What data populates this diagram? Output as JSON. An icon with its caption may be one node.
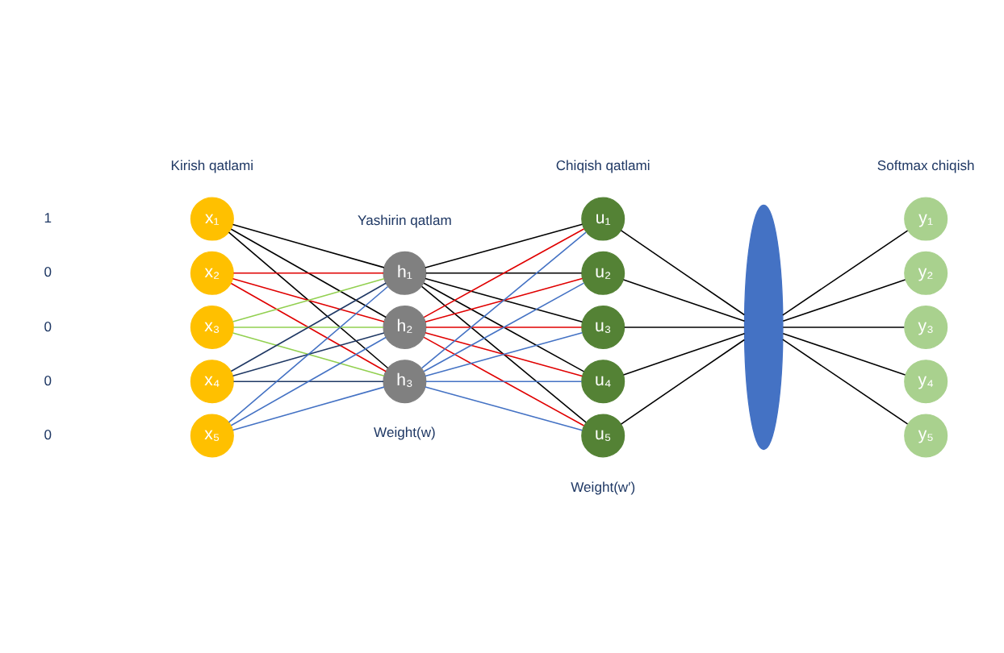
{
  "diagram": {
    "nodes": [
      {
        "text": [
          "x₁"
        ]
      },
      {
        "text": [
          "x₂"
        ]
      },
      {
        "text": [
          "x₃"
        ]
      },
      {
        "text": [
          "x₄"
        ]
      },
      {
        "text": [
          "x₅"
        ]
      },
      {
        "text": [
          "h₁"
        ]
      },
      {
        "text": [
          "h₂"
        ]
      },
      {
        "text": [
          "h₃"
        ]
      },
      {
        "text": [
          "u₁"
        ]
      },
      {
        "text": [
          "u₂"
        ]
      },
      {
        "text": [
          "u₃"
        ]
      },
      {
        "text": [
          "u₄"
        ]
      },
      {
        "text": [
          "u₅"
        ]
      },
      {
        "text": [],
        "shape": "ellipse"
      },
      {
        "text": [
          "y₁"
        ]
      },
      {
        "text": [
          "y₂"
        ]
      },
      {
        "text": [
          "y₃"
        ]
      },
      {
        "text": [
          "y₄"
        ]
      },
      {
        "text": [
          "y₅"
        ]
      }
    ],
    "edges": [
      {
        "from": 0,
        "to": 5,
        "arrow": "none"
      },
      {
        "from": 0,
        "to": 6,
        "arrow": "none"
      },
      {
        "from": 0,
        "to": 7,
        "arrow": "none"
      },
      {
        "from": 1,
        "to": 5,
        "arrow": "none",
        "color": "#e00000"
      },
      {
        "from": 1,
        "to": 6,
        "arrow": "none",
        "color": "#e00000"
      },
      {
        "from": 1,
        "to": 7,
        "arrow": "none",
        "color": "#e00000"
      },
      {
        "from": 2,
        "to": 5,
        "arrow": "none",
        "color": "#92d050"
      },
      {
        "from": 2,
        "to": 6,
        "arrow": "none",
        "color": "#92d050"
      },
      {
        "from": 2,
        "to": 7,
        "arrow": "none",
        "color": "#92d050"
      },
      {
        "from": 3,
        "to": 5,
        "arrow": "none",
        "color": "#1f3864"
      },
      {
        "from": 3,
        "to": 6,
        "arrow": "none",
        "color": "#1f3864"
      },
      {
        "from": 3,
        "to": 7,
        "arrow": "none",
        "color": "#1f3864"
      },
      {
        "from": 4,
        "to": 5,
        "arrow": "none",
        "color": "#4472c4"
      },
      {
        "from": 4,
        "to": 6,
        "arrow": "none",
        "color": "#4472c4"
      },
      {
        "from": 4,
        "to": 7,
        "arrow": "none",
        "color": "#4472c4"
      },
      {
        "from": 5,
        "to": 8,
        "arrow": "none"
      },
      {
        "from": 5,
        "to": 9,
        "arrow": "none"
      },
      {
        "from": 5,
        "to": 10,
        "arrow": "none"
      },
      {
        "from": 5,
        "to": 11,
        "arrow": "none"
      },
      {
        "from": 5,
        "to": 12,
        "arrow": "none"
      },
      {
        "from": 6,
        "to": 8,
        "arrow": "none",
        "color": "#e00000"
      },
      {
        "from": 6,
        "to": 9,
        "arrow": "none",
        "color": "#e00000"
      },
      {
        "from": 6,
        "to": 10,
        "arrow": "none",
        "color": "#e00000"
      },
      {
        "from": 6,
        "to": 11,
        "arrow": "none",
        "color": "#e00000"
      },
      {
        "from": 6,
        "to": 12,
        "arrow": "none",
        "color": "#e00000"
      },
      {
        "from": 7,
        "to": 8,
        "arrow": "none",
        "color": "#4472c4"
      },
      {
        "from": 7,
        "to": 9,
        "arrow": "none",
        "color": "#4472c4"
      },
      {
        "from": 7,
        "to": 10,
        "arrow": "none",
        "color": "#4472c4"
      },
      {
        "from": 7,
        "to": 11,
        "arrow": "none",
        "color": "#4472c4"
      },
      {
        "from": 7,
        "to": 12,
        "arrow": "none",
        "color": "#4472c4"
      },
      {
        "from": 8,
        "to": 13,
        "arrow": "none"
      },
      {
        "from": 9,
        "to": 13,
        "arrow": "none"
      },
      {
        "from": 10,
        "to": 13,
        "arrow": "none"
      },
      {
        "from": 11,
        "to": 13,
        "arrow": "none"
      },
      {
        "from": 12,
        "to": 13,
        "arrow": "none"
      },
      {
        "from": 13,
        "to": 14,
        "arrow": "none"
      },
      {
        "from": 13,
        "to": 15,
        "arrow": "none"
      },
      {
        "from": 13,
        "to": 16,
        "arrow": "none"
      },
      {
        "from": 13,
        "to": 17,
        "arrow": "none"
      },
      {
        "from": 13,
        "to": 18,
        "arrow": "none"
      }
    ],
    "labels": [
      "Kirish qatlami",
      "Yashirin qatlam",
      "Chiqish qatlami",
      "Softmax chiqish",
      "1",
      "0",
      "0",
      "0",
      "0",
      "Weight(w)",
      "Weight(w′)"
    ]
  }
}
